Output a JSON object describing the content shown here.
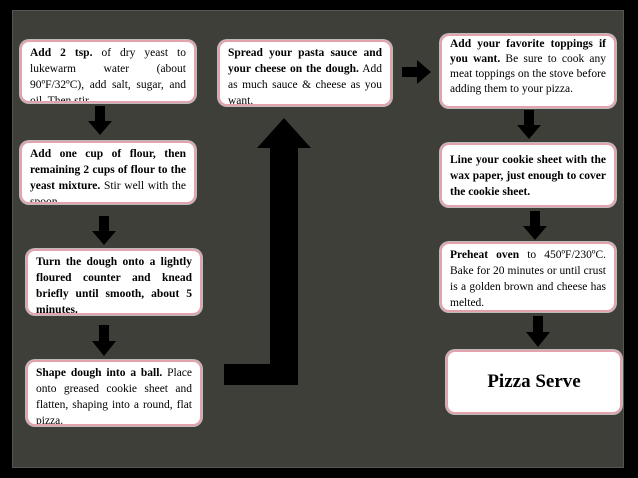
{
  "steps": [
    {
      "bold": "Add 2 tsp.",
      "text": " of dry yeast to lukewarm water (about 90ºF/32ºC), add salt, sugar, and oil. Then stir."
    },
    {
      "bold": "Add one cup of flour, then remaining 2 cups of flour to the yeast mixture.",
      "text": " Stir well with the spoon."
    },
    {
      "bold": "Turn the dough onto a lightly floured counter and knead briefly until smooth, about 5 minutes.",
      "text": ""
    },
    {
      "bold": "Shape dough into a ball.",
      "text": " Place onto greased cookie sheet and flatten, shaping into a round, flat pizza."
    },
    {
      "bold": "Spread your pasta sauce and your cheese on the dough.",
      "text": " Add as much sauce & cheese as you want."
    },
    {
      "bold": "Add your favorite toppings if you want.",
      "text": " Be sure to cook any meat toppings on the stove before adding them to your pizza."
    },
    {
      "bold": "Line your cookie sheet with the wax paper, just enough to cover the cookie sheet.",
      "text": ""
    },
    {
      "bold": "Preheat oven",
      "text": " to 450ºF/230ºC. Bake for 20 minutes or until crust is a golden brown and cheese has melted."
    }
  ],
  "final": {
    "label": "Pizza Serve"
  }
}
